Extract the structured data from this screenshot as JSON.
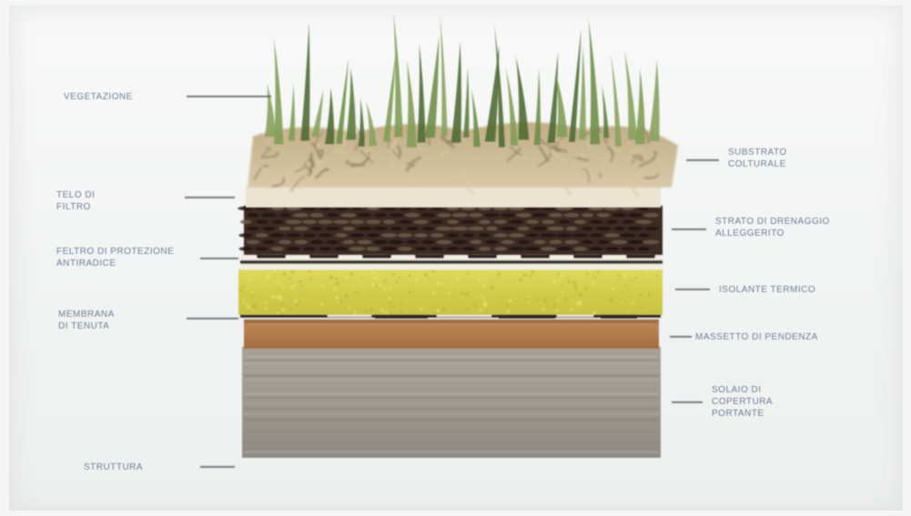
{
  "labels": [
    {
      "id": "vegetation",
      "lines": [
        "Vegetazione"
      ]
    },
    {
      "id": "growing-medium",
      "lines": [
        "Substrato",
        "colturale"
      ]
    },
    {
      "id": "filter-fabric",
      "lines": [
        "Telo di",
        "filtro"
      ]
    },
    {
      "id": "drainage-layer",
      "lines": [
        "Strato di drenaggio",
        "alleggerito"
      ]
    },
    {
      "id": "protection-layer",
      "lines": [
        "Feltro di protezione",
        "antiradice"
      ]
    },
    {
      "id": "insulation",
      "lines": [
        "Isolante termico"
      ]
    },
    {
      "id": "root-barrier",
      "lines": [
        "Membrana",
        "di tenuta"
      ]
    },
    {
      "id": "waterproofing",
      "lines": [
        "Massetto di pendenza"
      ]
    },
    {
      "id": "structure",
      "lines": [
        "Solaio di",
        "copertura",
        "portante"
      ]
    },
    {
      "id": "support",
      "lines": [
        "Struttura"
      ]
    }
  ],
  "colors": {
    "paper": "#f4f5f4",
    "label_ink": "#6f7f96",
    "leader_ink": "#3f4650",
    "grass": "#6f8f48",
    "growing_medium": "#b9a57f",
    "filter": "#e9e2d0",
    "drainage": "#3b2a20",
    "insulation": "#d6d052",
    "screed": "#b17a4a",
    "slab": "#9d978f"
  },
  "icons": [
    "grass-blades",
    "drainage-cups"
  ]
}
